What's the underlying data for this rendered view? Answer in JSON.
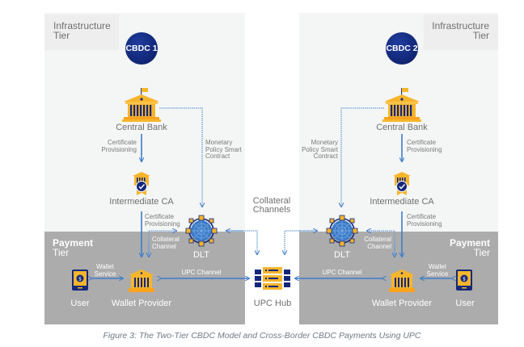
{
  "caption": "Figure 3: The Two-Tier CBDC Model and Cross-Border CBDC Payments Using UPC",
  "colors": {
    "accent_blue": "#3d7cc9",
    "navy": "#14287a",
    "gold": "#f7b52b",
    "infra_bg": "#f4f5f5",
    "payment_bg": "#acacac"
  },
  "center": {
    "collateral_channels_label": [
      "Collateral",
      "Channels"
    ],
    "upc_hub": {
      "label": "UPC Hub",
      "icon": "server-stack-icon"
    }
  },
  "left": {
    "infra_tier": [
      "Infrastructure",
      "Tier"
    ],
    "payment_tier": [
      "Payment",
      "Tier"
    ],
    "cbdc": "CBDC 1",
    "central_bank": {
      "label": "Central Bank",
      "icon": "bank-building-icon"
    },
    "cert_provisioning_1": [
      "Certificate",
      "Provisioning"
    ],
    "monetary_policy": [
      "Monetary",
      "Policy Smart",
      "Contract"
    ],
    "intermediate_ca": {
      "label": "Intermediate CA",
      "icon": "certificate-badge-icon"
    },
    "cert_provisioning_2": [
      "Certificate",
      "Provisioning"
    ],
    "collateral_channel": [
      "Collateral",
      "Channel"
    ],
    "dlt": {
      "label": "DLT",
      "icon": "network-globe-icon"
    },
    "wallet_service": [
      "Wallet",
      "Service"
    ],
    "upc_channel": "UPC Channel",
    "user": {
      "label": "User",
      "icon": "mobile-wallet-icon"
    },
    "wallet_provider": {
      "label": "Wallet Provider",
      "icon": "bank-building-icon"
    }
  },
  "right": {
    "infra_tier": [
      "Infrastructure",
      "Tier"
    ],
    "payment_tier": [
      "Payment",
      "Tier"
    ],
    "cbdc": "CBDC 2",
    "central_bank": {
      "label": "Central Bank",
      "icon": "bank-building-icon"
    },
    "cert_provisioning_1": [
      "Certificate",
      "Provisioning"
    ],
    "monetary_policy": [
      "Monetary",
      "Policy Smart",
      "Contract"
    ],
    "intermediate_ca": {
      "label": "Intermediate CA",
      "icon": "certificate-badge-icon"
    },
    "cert_provisioning_2": [
      "Certificate",
      "Provisioning"
    ],
    "collateral_channel": [
      "Collateral",
      "Channel"
    ],
    "dlt": {
      "label": "DLT",
      "icon": "network-globe-icon"
    },
    "wallet_service": [
      "Wallet",
      "Service"
    ],
    "upc_channel": "UPC Channel",
    "user": {
      "label": "User",
      "icon": "mobile-wallet-icon"
    },
    "wallet_provider": {
      "label": "Wallet Provider",
      "icon": "bank-building-icon"
    }
  }
}
